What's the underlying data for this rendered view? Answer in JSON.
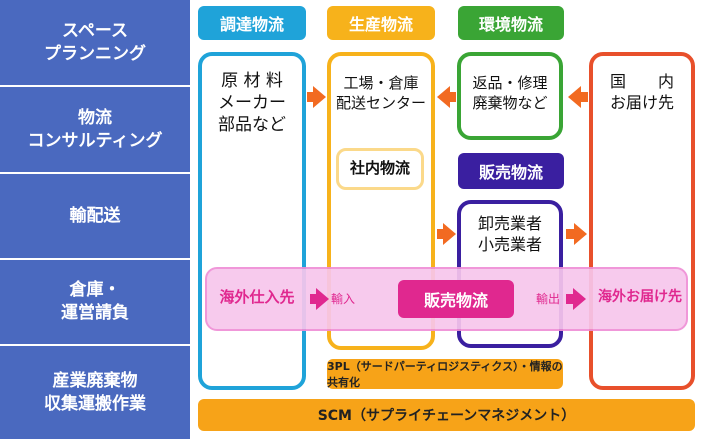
{
  "categories": [
    "スペース\nプランニング",
    "物流\nコンサルティング",
    "輸配送",
    "倉庫・\n運営請負",
    "産業廃棄物\n収集運搬作業"
  ],
  "tags": {
    "procurement": "調達物流",
    "production": "生産物流",
    "environment": "環境物流",
    "sales": "販売物流"
  },
  "boxes": {
    "materials": "原 材 料\nメーカー\n部品など",
    "factory": "工場・倉庫\n配送センター",
    "internal": "社内物流",
    "returns": "返品・修理\n廃棄物など",
    "domestic": "国　　内\nお届け先",
    "wholesale": "卸売業者\n小売業者"
  },
  "band": {
    "overseas_source": "海外仕入先",
    "import": "輸入",
    "sales": "販売物流",
    "export": "輸出",
    "overseas_dest": "海外お届け先"
  },
  "bars": {
    "tpl": "3PL（サードパーティロジスティクス）・情報の共有化",
    "scm": "SCM（サプライチェーンマネジメント）"
  },
  "colors": {
    "category_bg": "#4a69bf",
    "procurement": "#1fa3d9",
    "production": "#f7b21b",
    "environment": "#3aa535",
    "sales": "#3a1fa0",
    "domestic": "#e8502b",
    "band": "#f7c6ec",
    "band_label": "#e0288f",
    "bar": "#f7a318"
  }
}
